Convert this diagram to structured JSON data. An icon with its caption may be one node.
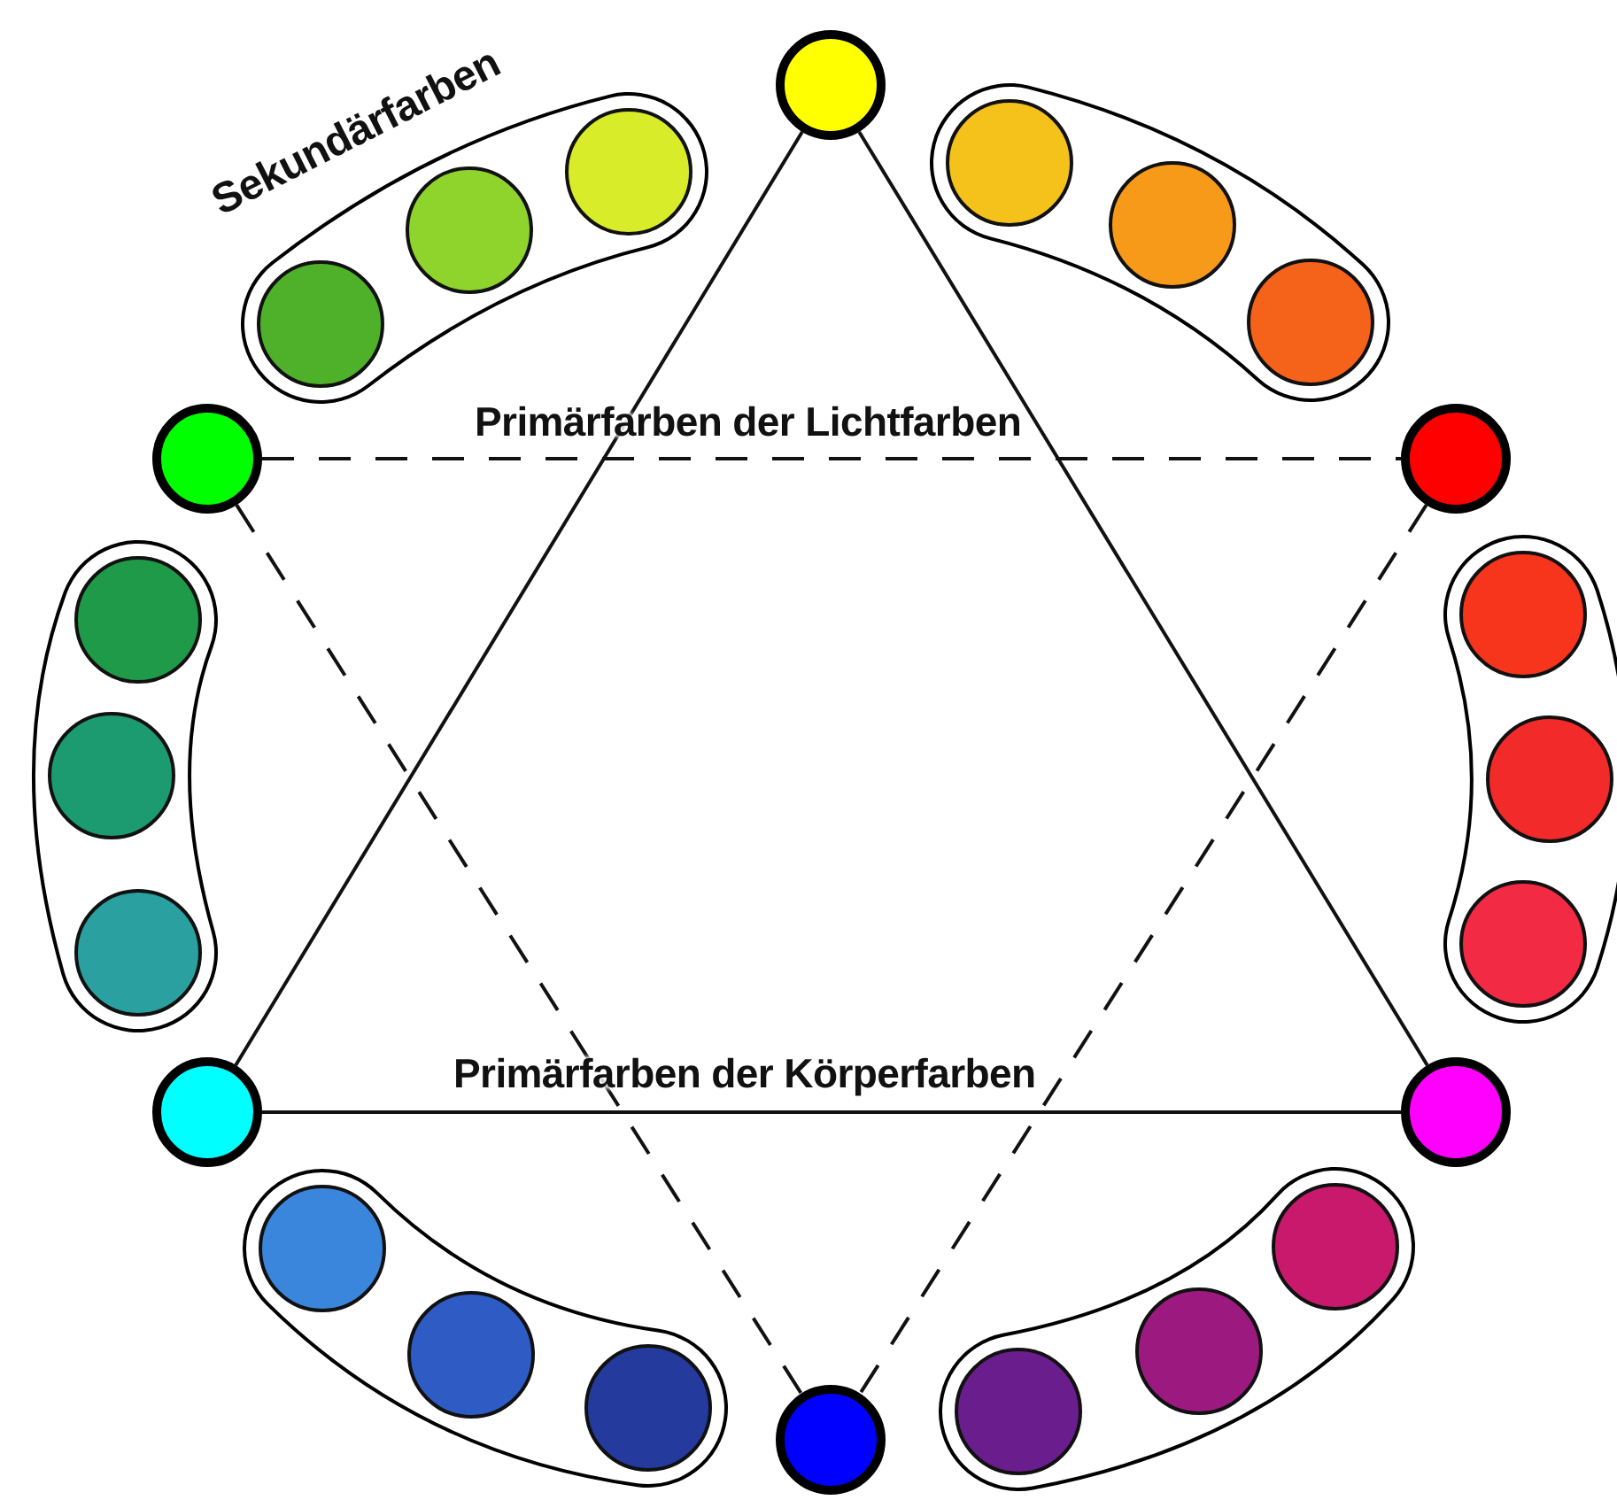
{
  "diagram": {
    "nodes": [
      {
        "text": [],
        "shape": "circle"
      },
      {
        "text": [],
        "shape": "circle"
      },
      {
        "text": [],
        "shape": "circle"
      },
      {
        "text": [],
        "shape": "circle"
      },
      {
        "text": [],
        "shape": "circle"
      },
      {
        "text": [],
        "shape": "circle"
      }
    ],
    "edges": [
      {
        "from": 0,
        "to": 4,
        "arrow": "none"
      },
      {
        "from": 0,
        "to": 2,
        "arrow": "none"
      },
      {
        "from": 4,
        "to": 2,
        "arrow": "none"
      },
      {
        "from": 5,
        "to": 1,
        "arrow": "none",
        "style": "dashed"
      },
      {
        "from": 5,
        "to": 3,
        "arrow": "none",
        "style": "dashed"
      },
      {
        "from": 1,
        "to": 3,
        "arrow": "none",
        "style": "dashed"
      }
    ],
    "labels": [
      "Sekundärfarben",
      "Primärfarben der Lichtfarben",
      "Primärfarben der Körperfarben"
    ]
  }
}
